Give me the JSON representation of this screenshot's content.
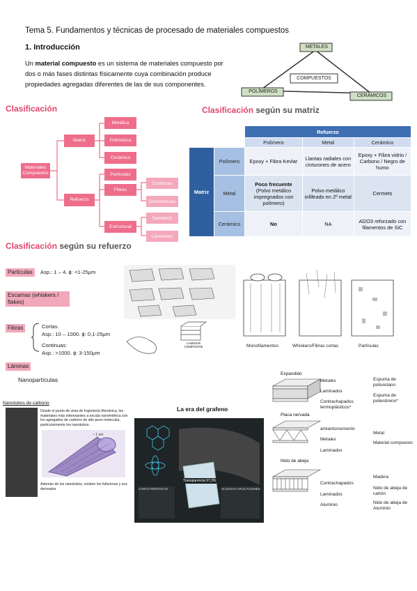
{
  "header": {
    "title": "Tema 5. Fundamentos y técnicas de procesado de materiales compuestos",
    "intro_heading": "1. Introducción",
    "intro_pre": "Un ",
    "intro_bold": "material compuesto",
    "intro_post": " es un sistema de materiales compuesto por dos o más fases distintas físicamente cuya combinación produce propiedades agregadas diferentes de las de sus componentes."
  },
  "triangle": {
    "top": "METALES",
    "left": "POLÍMEROS",
    "right": "CERÁMICOS",
    "center": "COMPUESTOS"
  },
  "clasificacion": {
    "heading": "Clasificación",
    "root": "Materiales Compuestos",
    "matriz": "Matriz",
    "refuerzo": "Refuerzo",
    "matriz_items": [
      "Metálica",
      "Polimérica",
      "Cerámica"
    ],
    "refuerzo_items": [
      "Partículas",
      "Fibras",
      "Estructural"
    ],
    "fibras_items": [
      "Continuas",
      "Discontinuas"
    ],
    "estructural_items": [
      "Sandwich",
      "Laminares"
    ]
  },
  "matriz_table": {
    "heading": "Clasificación",
    "heading_rest": " según su matriz",
    "refuerzo_label": "Refuerzo",
    "matriz_label": "Matriz",
    "columns": [
      "Polímero",
      "Metal",
      "Cerámico"
    ],
    "rows": [
      {
        "label": "Polímero",
        "cells": [
          "Epoxy + Fibra Kevlar",
          "Llantas radiales con cinturones de acero",
          "Epoxy + Fibra vidrio / Carbono / Negro de humo"
        ]
      },
      {
        "label": "Metal",
        "cells": [
          "Poco frecuente",
          "Polvo metálico infiltrado en 2º metal",
          "Cermets"
        ],
        "extra": "(Polvo metálico impregnados con polímero)"
      },
      {
        "label": "Cerámico",
        "cells": [
          "No",
          "NA",
          "Al2O3 reforzado con filamentos de SiC"
        ]
      }
    ]
  },
  "refuerzo_section": {
    "heading": "Clasificación",
    "heading_rest": " según su refuerzo",
    "particulas": "Partículas",
    "particulas_desc": "Asp.: 1 – 4. ϕ: <1-25μm",
    "escamas": "Escamas (whiskers / flakes)",
    "fibras": "Fibras",
    "cortas": "Cortas.",
    "cortas_desc": "Asp.: 10 – 1000. ϕ: 0,1-25μm",
    "continuas": "Continuas:",
    "continuas_desc": "Asp.: >1000. ϕ: 3-150μm",
    "laminas": "Láminas",
    "nanoparticulas": "Nanopartículas",
    "fig_labels": [
      "Monofilamentos",
      "Whiskers/Fibras cortas",
      "Partículas"
    ],
    "lamina_label": "LAMINAR COMPOSITE"
  },
  "nano": {
    "title": "Nanotubos de carbono",
    "text1": "Desde el punto de vista de Ingeniería Mecánica, los materiales más interesantes a escala nanométrica son los agregados de carbono de alto peso molecular, particularmente los nanotubos.",
    "text2": "Además de los nanotubos, existen los fullerenos y sus derivados",
    "scale": "~ 1 nm"
  },
  "grafeno": {
    "title": "La era del grafeno",
    "transparencia": "Transparencia 97,3%",
    "caract": "CARACTERÍSTICAS",
    "aplic": "ALGUNAS APLICACIONES"
  },
  "sandwich": {
    "expandido": "Expandido",
    "exp_layers": [
      "Metales",
      "Laminados",
      "Contrachapados termoplásticos*"
    ],
    "exp_core": [
      "Espuma de poliuretano",
      "Espuma de poliestireno*"
    ],
    "placa": "Placa nervada",
    "placa_layers": [
      "amianto/cemento",
      "Metales",
      "Laminados"
    ],
    "placa_core": [
      "Metal",
      "Material compuesto"
    ],
    "nido": "Nido de abeja",
    "nido_layers": [
      "Contrachapados",
      "Laminados",
      "Aluminio"
    ],
    "nido_core": [
      "Madera",
      "Nido de abeja de cartón",
      "Nido de abeja de Aluminio"
    ]
  }
}
